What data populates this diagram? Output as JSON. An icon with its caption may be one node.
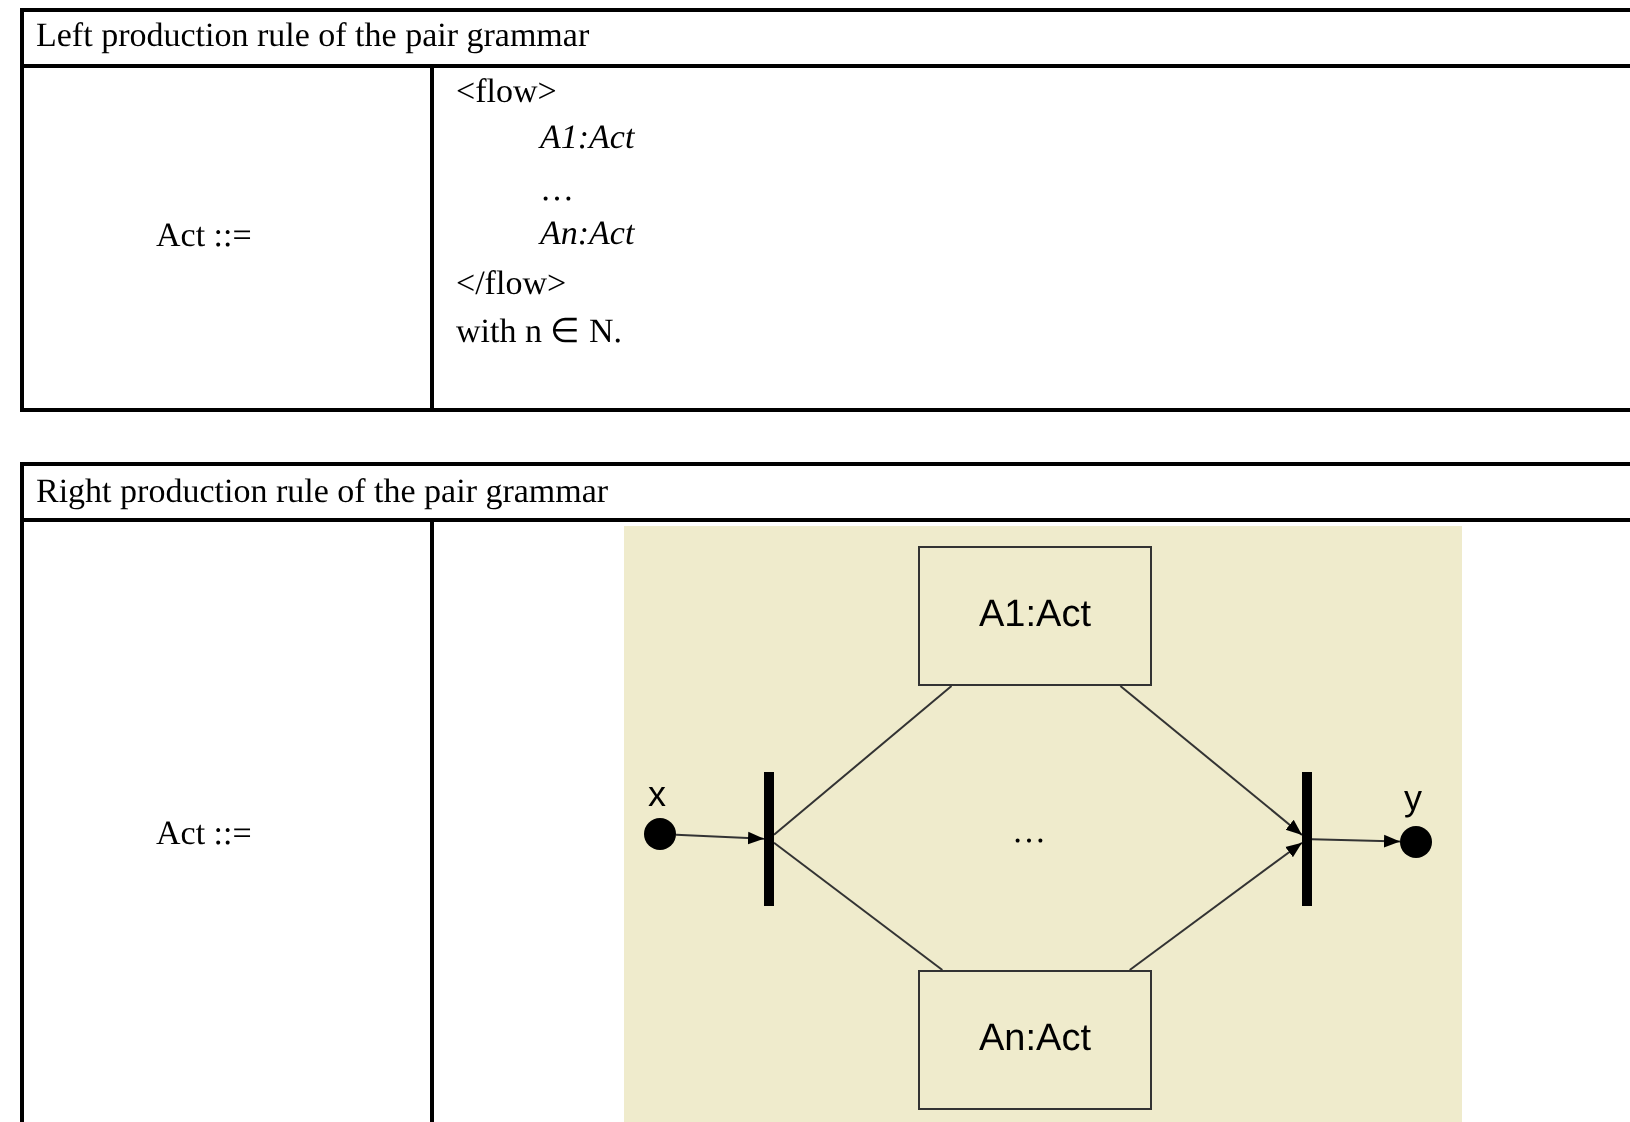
{
  "diagram": {
    "nodes": [
      {
        "text": [],
        "shape": "circle",
        "beside": [
          "x"
        ]
      },
      {
        "text": [],
        "shape": "bar"
      },
      {
        "text": [
          "A1:Act"
        ]
      },
      {
        "text": [
          "An:Act"
        ]
      },
      {
        "text": [],
        "shape": "bar"
      },
      {
        "text": [],
        "shape": "circle",
        "beside": [
          "y"
        ]
      }
    ],
    "edges": [
      {
        "from": 0,
        "to": 1,
        "arrow": "to"
      },
      {
        "from": 1,
        "to": 2,
        "arrow": "none"
      },
      {
        "from": 1,
        "to": 3,
        "arrow": "none"
      },
      {
        "from": 2,
        "to": 4,
        "arrow": "to"
      },
      {
        "from": 3,
        "to": 4,
        "arrow": "to"
      },
      {
        "from": 4,
        "to": 5,
        "arrow": "to"
      }
    ],
    "labels": [
      "Left production rule of the pair grammar",
      "Act ::=",
      "<flow>",
      "A1:Act",
      "…",
      "An:Act",
      "</flow>",
      "with n ∈ N.",
      "Right production rule of the pair grammar",
      "Act ::=",
      "…"
    ]
  }
}
